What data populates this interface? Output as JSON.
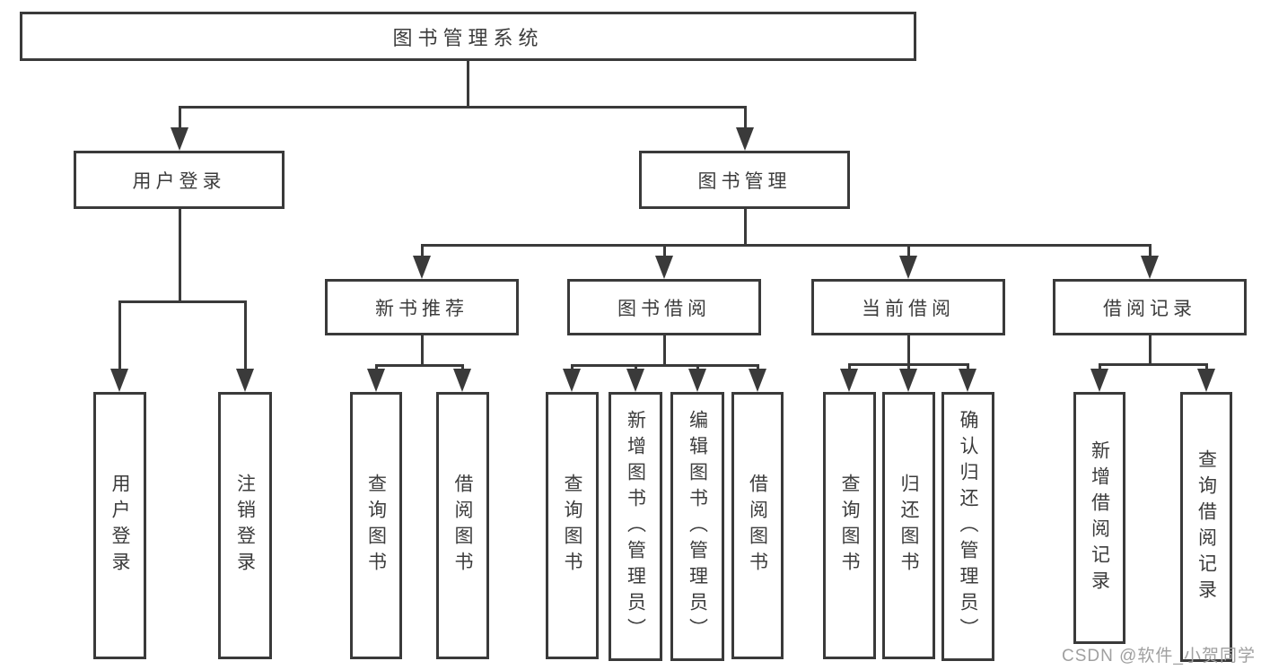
{
  "title": "图书管理系统",
  "watermark": "CSDN @软件_小贺同学",
  "colors": {
    "line": "#3a3a3a",
    "text": "#3c3c3c",
    "watermark": "#a0a0a0",
    "background": "#ffffff"
  },
  "tree": {
    "label": "图书管理系统",
    "children": [
      {
        "label": "用户登录",
        "children": [
          {
            "label": "用户登录"
          },
          {
            "label": "注销登录"
          }
        ]
      },
      {
        "label": "图书管理",
        "children": [
          {
            "label": "新书推荐",
            "children": [
              {
                "label": "查询图书"
              },
              {
                "label": "借阅图书"
              }
            ]
          },
          {
            "label": "图书借阅",
            "children": [
              {
                "label": "查询图书"
              },
              {
                "label": "新增图书（管理员）"
              },
              {
                "label": "编辑图书（管理员）"
              },
              {
                "label": "借阅图书"
              }
            ]
          },
          {
            "label": "当前借阅",
            "children": [
              {
                "label": "查询图书"
              },
              {
                "label": "归还图书"
              },
              {
                "label": "确认归还（管理员）"
              }
            ]
          },
          {
            "label": "借阅记录",
            "children": [
              {
                "label": "新增借阅记录"
              },
              {
                "label": "查询借阅记录"
              }
            ]
          }
        ]
      }
    ]
  }
}
